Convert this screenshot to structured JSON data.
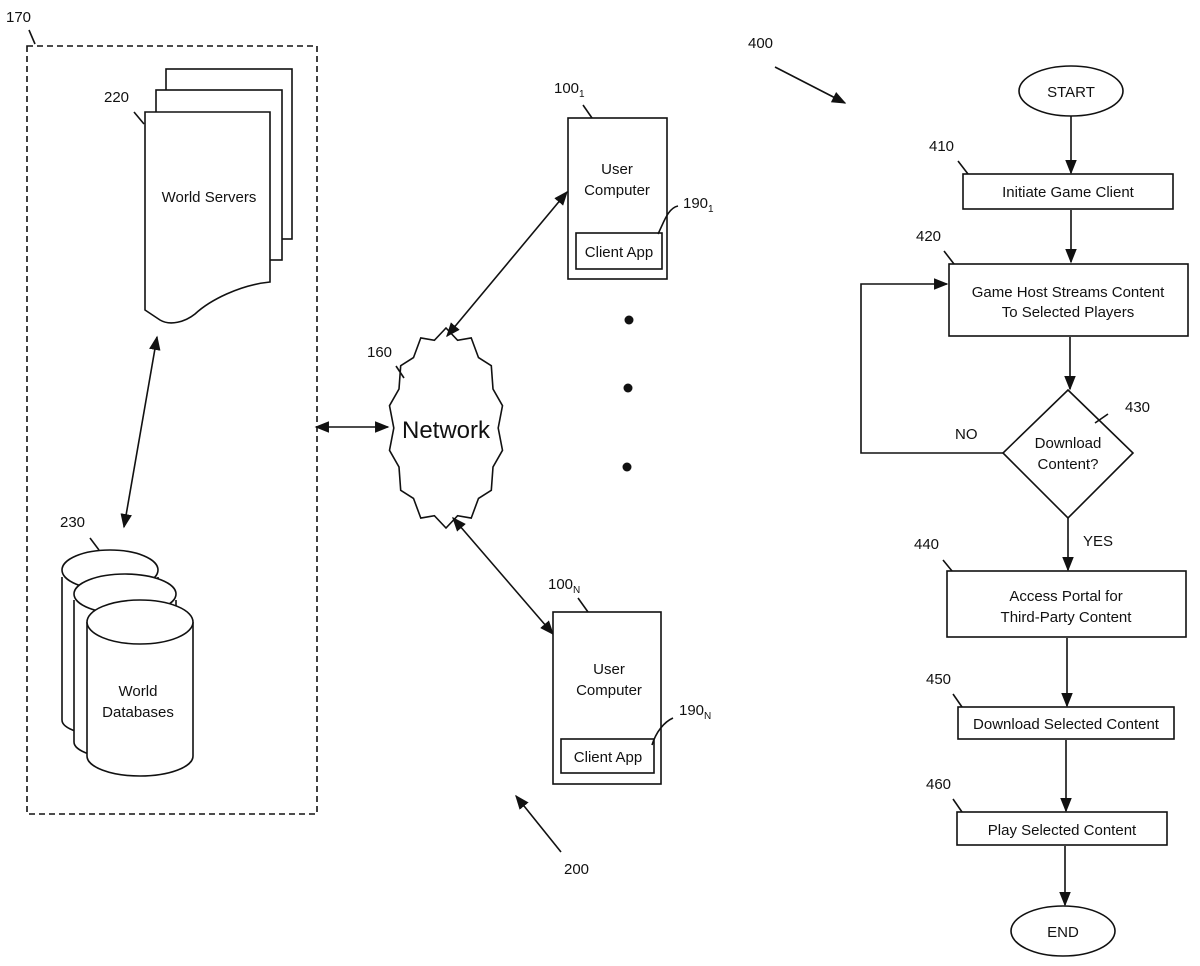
{
  "system": {
    "ref": "200",
    "server_group": {
      "ref": "170"
    },
    "world_servers": {
      "ref": "220",
      "label": "World Servers"
    },
    "world_databases": {
      "ref": "230",
      "label_line1": "World",
      "label_line2": "Databases"
    },
    "network": {
      "ref": "160",
      "label": "Network"
    },
    "user_computer_1": {
      "ref": "100",
      "ref_sub": "1",
      "label_line1": "User",
      "label_line2": "Computer",
      "client_app": {
        "ref": "190",
        "ref_sub": "1",
        "label": "Client App"
      }
    },
    "user_computer_n": {
      "ref": "100",
      "ref_sub": "N",
      "label_line1": "User",
      "label_line2": "Computer",
      "client_app": {
        "ref": "190",
        "ref_sub": "N",
        "label": "Client App"
      }
    }
  },
  "flowchart": {
    "ref": "400",
    "start": "START",
    "end": "END",
    "steps": [
      {
        "ref": "410",
        "line1": "Initiate Game Client",
        "line2": ""
      },
      {
        "ref": "420",
        "line1": "Game Host Streams Content",
        "line2": "To Selected Players"
      },
      {
        "ref": "430",
        "line1": "Download",
        "line2": "Content?"
      },
      {
        "ref": "440",
        "line1": "Access Portal for",
        "line2": "Third-Party Content"
      },
      {
        "ref": "450",
        "line1": "Download Selected Content",
        "line2": ""
      },
      {
        "ref": "460",
        "line1": "Play Selected Content",
        "line2": ""
      }
    ],
    "branch_no": "NO",
    "branch_yes": "YES"
  }
}
